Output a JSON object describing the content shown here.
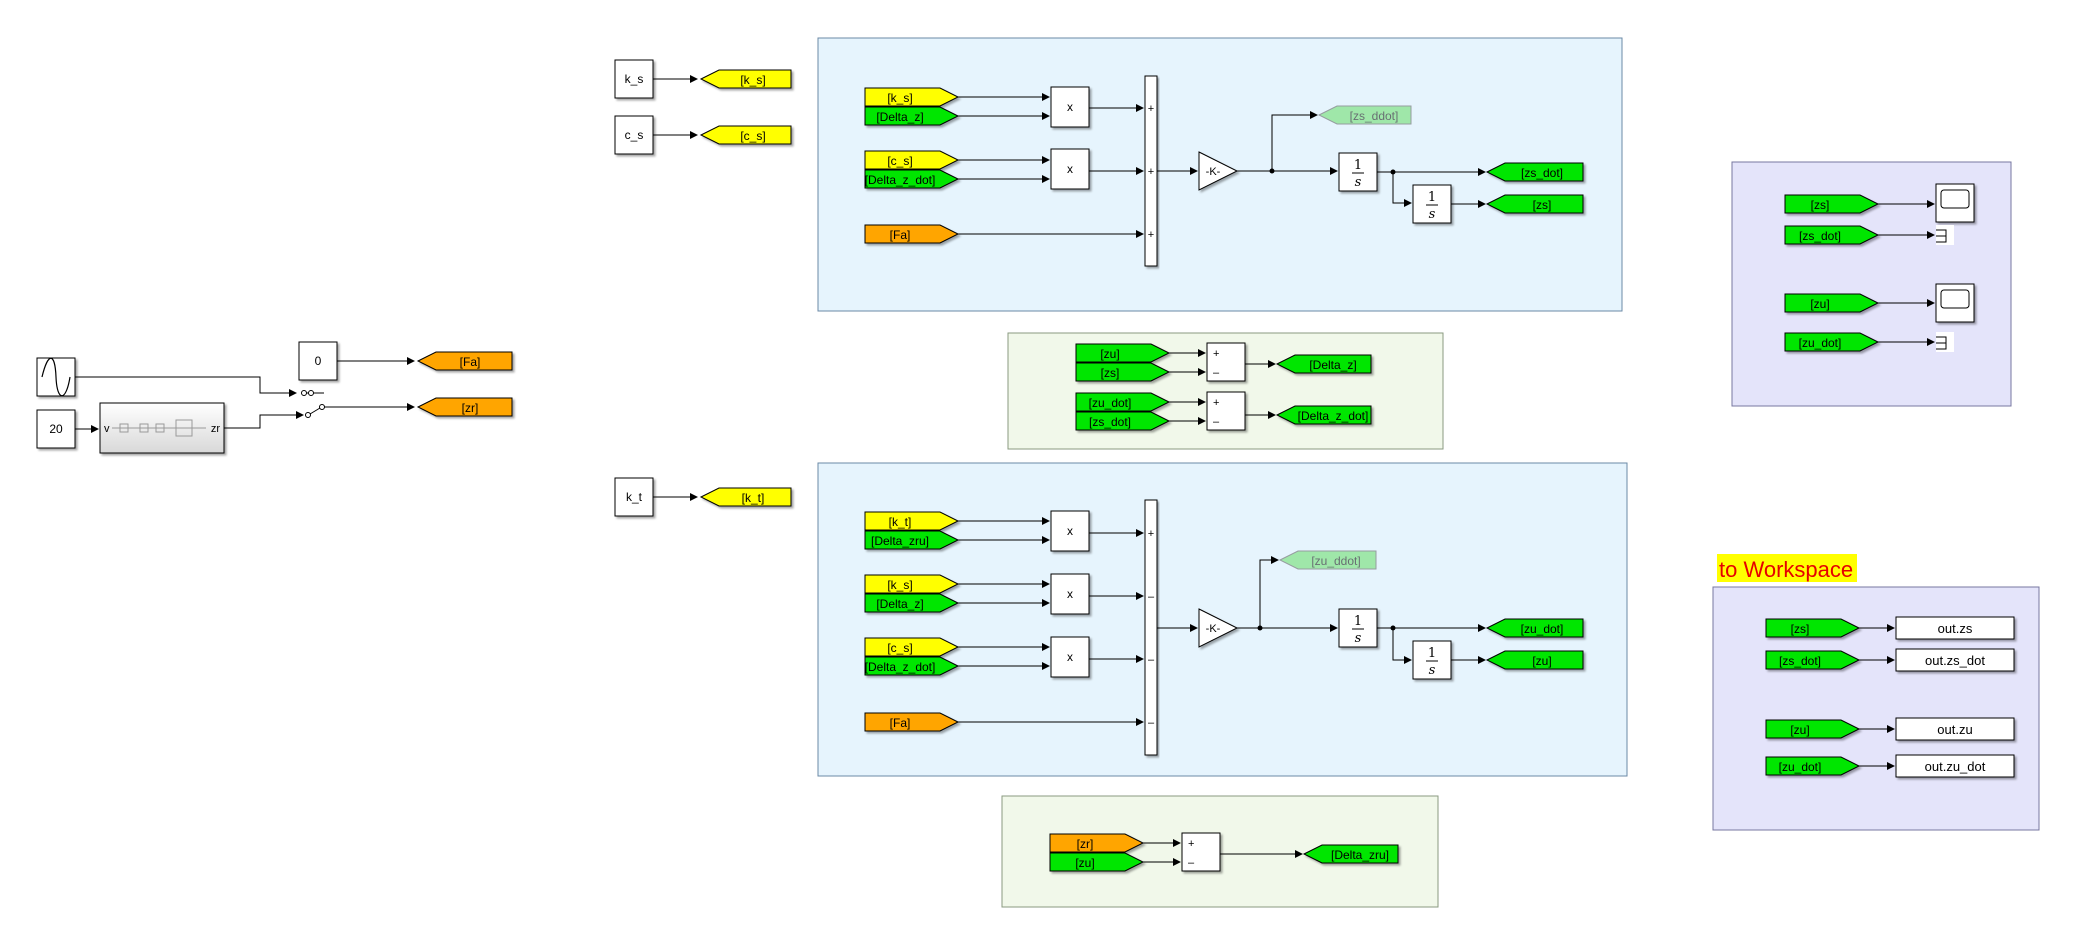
{
  "sources": {
    "sine_icon": "sine-wave-icon",
    "const_zero": "0",
    "const_speed": "20",
    "road_in": "v",
    "road_out": "zr",
    "ks": "k_s",
    "cs": "c_s",
    "kt": "k_t"
  },
  "goto_top": {
    "fa": "[Fa]",
    "zr": "[zr]",
    "ks": "[k_s]",
    "cs": "[c_s]",
    "kt": "[k_t]"
  },
  "sprung": {
    "in_ks": "[k_s]",
    "in_dz": "[Delta_z]",
    "in_cs": "[c_s]",
    "in_dzdot": "[Delta_z_dot]",
    "in_fa": "[Fa]",
    "mul1": "x",
    "mul2": "x",
    "sum_signs": [
      "+",
      "+",
      "+"
    ],
    "gain": "-K-",
    "out_ddot": "[zs_ddot]",
    "int_num": "1",
    "int_den": "s",
    "out_dot": "[zs_dot]",
    "out_pos": "[zs]"
  },
  "delta1": {
    "in1": "[zu]",
    "in2": "[zs]",
    "signs1": [
      "+",
      "–"
    ],
    "out1": "[Delta_z]",
    "in3": "[zu_dot]",
    "in4": "[zs_dot]",
    "signs2": [
      "+",
      "–"
    ],
    "out2": "[Delta_z_dot]"
  },
  "unsprung": {
    "in_kt": "[k_t]",
    "in_dzr": "[Delta_zru]",
    "in_ks": "[k_s]",
    "in_dz": "[Delta_z]",
    "in_cs": "[c_s]",
    "in_dzdot": "[Delta_z_dot]",
    "in_fa": "[Fa]",
    "mul1": "x",
    "mul2": "x",
    "mul3": "x",
    "sum_signs": [
      "+",
      "–",
      "–",
      "–"
    ],
    "gain": "-K-",
    "out_ddot": "[zu_ddot]",
    "int_num": "1",
    "int_den": "s",
    "out_dot": "[zu_dot]",
    "out_pos": "[zu]"
  },
  "delta2": {
    "in1": "[zr]",
    "in2": "[zu]",
    "signs": [
      "+",
      "–"
    ],
    "out": "[Delta_zru]"
  },
  "scopes": {
    "zs": "[zs]",
    "zs_dot": "[zs_dot]",
    "zu": "[zu]",
    "zu_dot": "[zu_dot]"
  },
  "workspace": {
    "title": "to Workspace",
    "rows": [
      {
        "from": "[zs]",
        "to": "out.zs"
      },
      {
        "from": "[zs_dot]",
        "to": "out.zs_dot"
      },
      {
        "from": "[zu]",
        "to": "out.zu"
      },
      {
        "from": "[zu_dot]",
        "to": "out.zu_dot"
      }
    ]
  },
  "colors": {
    "yellow": "#ffff00",
    "green": "#00e600",
    "orange": "#ffa500",
    "faded_green": "#a8f0a8",
    "area_blue": "#e6f4fd",
    "area_green": "#f1f8ea",
    "area_lavender": "#e4e4fa",
    "highlight": "#ffff00"
  }
}
